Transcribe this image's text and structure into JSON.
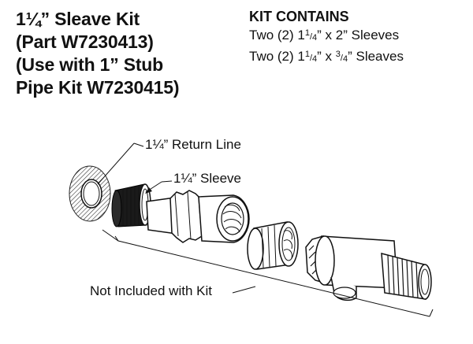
{
  "title_lines": [
    "1¼” Sleave Kit",
    "(Part W7230413)",
    "(Use with 1” Stub",
    "Pipe Kit W7230415)"
  ],
  "kit": {
    "heading": "KIT CONTAINS",
    "items": [
      {
        "prefix": "Two (2) 1",
        "frac_num": "1",
        "frac_sep": "/",
        "frac_den": "4",
        "mid": "” x 2” Sleeves"
      },
      {
        "prefix": "Two (2) 1",
        "frac_num": "1",
        "frac_sep": "/",
        "frac_den": "4",
        "mid": "” x ",
        "frac2_num": "3",
        "frac2_sep": "/",
        "frac2_den": "4",
        "suffix": "” Sleaves"
      }
    ]
  },
  "callouts": {
    "return_line": "1¼” Return Line",
    "sleeve": "1¼” Sleeve",
    "not_included": "Not Included with Kit"
  }
}
